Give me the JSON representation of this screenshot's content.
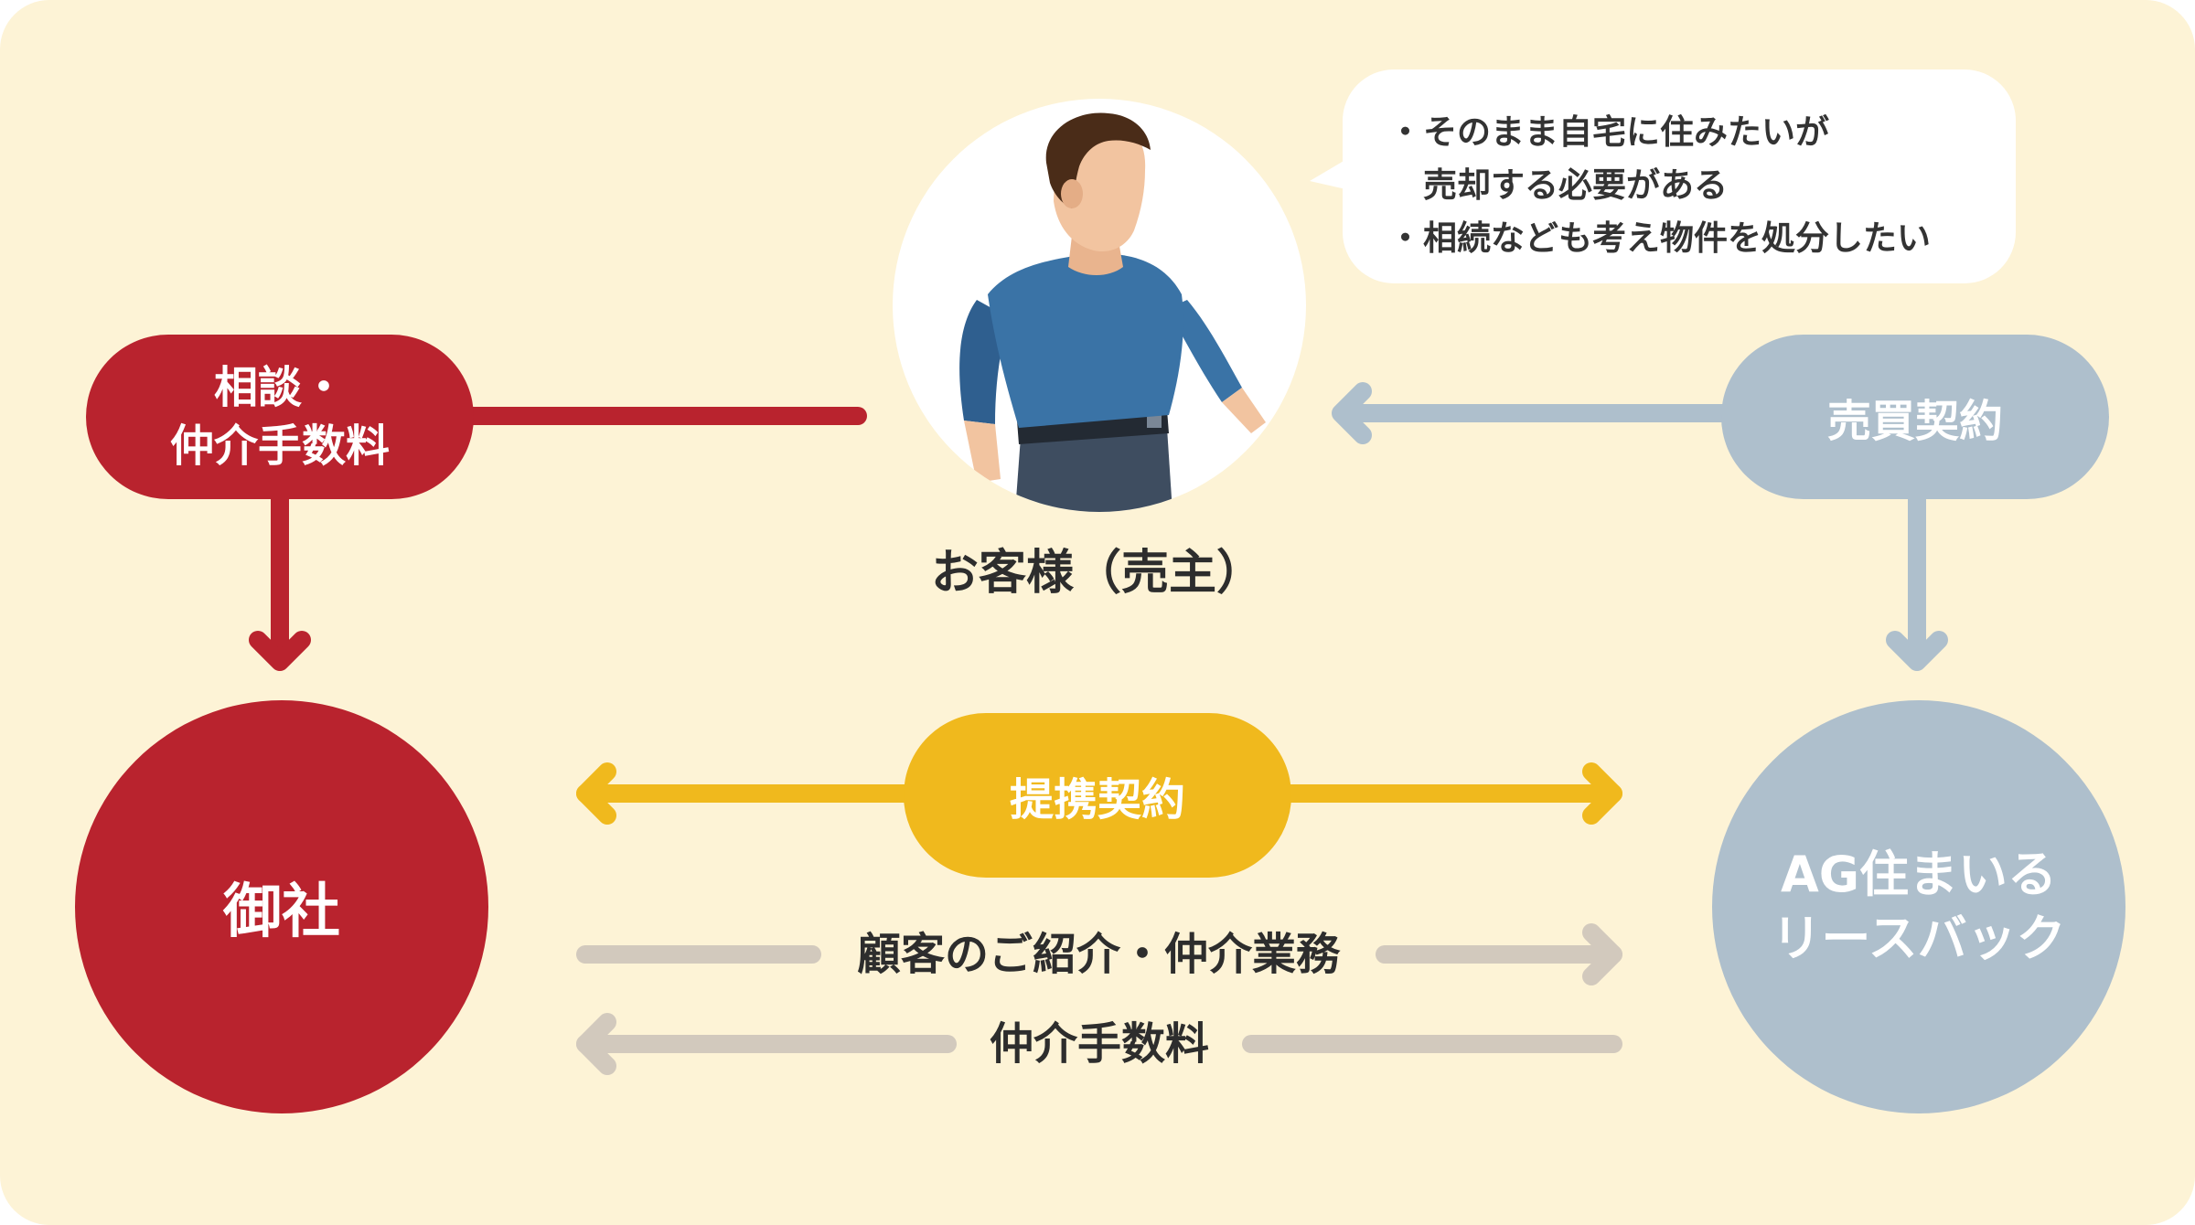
{
  "colors": {
    "background": "#fdf3d6",
    "red": "#b9232e",
    "blue_gray": "#aebfcc",
    "yellow": "#f0b91d",
    "gray_arrow": "#d2c9bd",
    "text_dark": "#2d2d2d"
  },
  "customer": {
    "label": "お客様（売主）",
    "icon": "person-icon"
  },
  "speech_bubble": {
    "bullet": "・",
    "lines": [
      "そのまま自宅に住みたいが",
      "売却する必要がある",
      "相続なども考え物件を処分したい"
    ]
  },
  "consult_pill": {
    "line1": "相談・",
    "line2": "仲介手数料"
  },
  "sale_pill": {
    "label": "売買契約"
  },
  "company_node": {
    "label": "御社"
  },
  "partner_node": {
    "line1": "AG住まいる",
    "line2": "リースバック"
  },
  "alliance_pill": {
    "label": "提携契約"
  },
  "flows": {
    "referral": "顧客のご紹介・仲介業務",
    "fee": "仲介手数料"
  }
}
